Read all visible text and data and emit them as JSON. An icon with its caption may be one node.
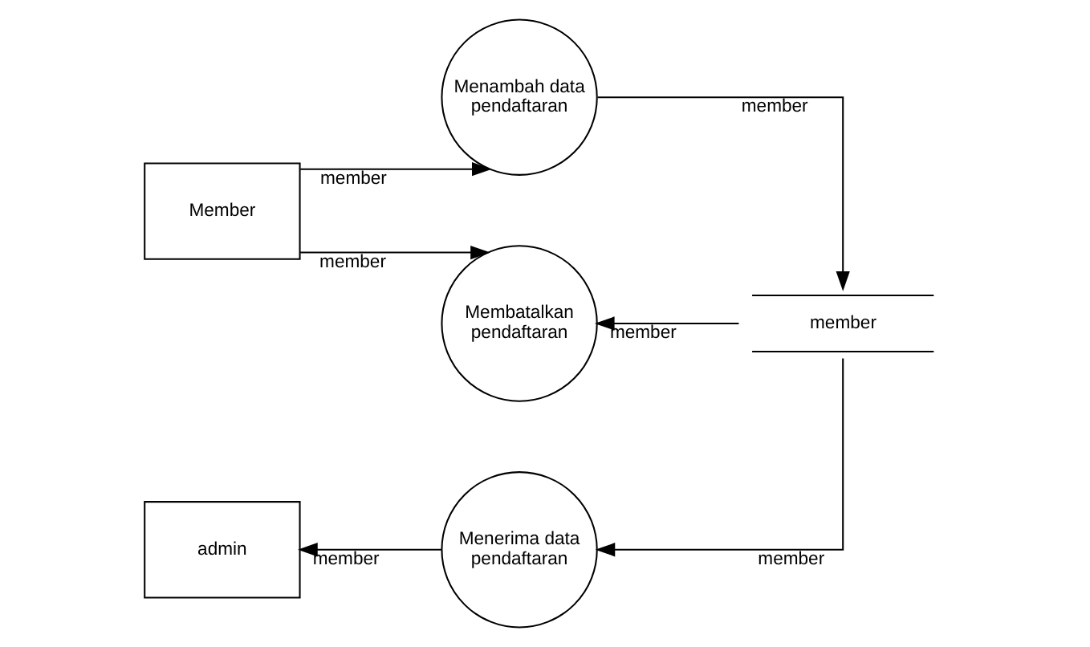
{
  "diagram": {
    "nodes": [
      {
        "text": [
          "Member"
        ]
      },
      {
        "text": [
          "Menambah data pendaftaran"
        ]
      },
      {
        "text": [
          "member"
        ]
      },
      {
        "text": [
          "Membatalkan pendaftaran"
        ]
      },
      {
        "text": [
          "Menerima data pendaftaran"
        ]
      },
      {
        "text": [
          "admin"
        ]
      }
    ],
    "edges": [
      {
        "from": 0,
        "to": 1,
        "arrow": "to",
        "label": "member"
      },
      {
        "from": 1,
        "to": 2,
        "arrow": "to",
        "label": "member"
      },
      {
        "from": 0,
        "to": 3,
        "arrow": "to",
        "label": "member"
      },
      {
        "from": 2,
        "to": 3,
        "arrow": "to",
        "label": "member"
      },
      {
        "from": 2,
        "to": 4,
        "arrow": "to",
        "label": "member"
      },
      {
        "from": 4,
        "to": 5,
        "arrow": "to",
        "label": "member"
      }
    ]
  }
}
